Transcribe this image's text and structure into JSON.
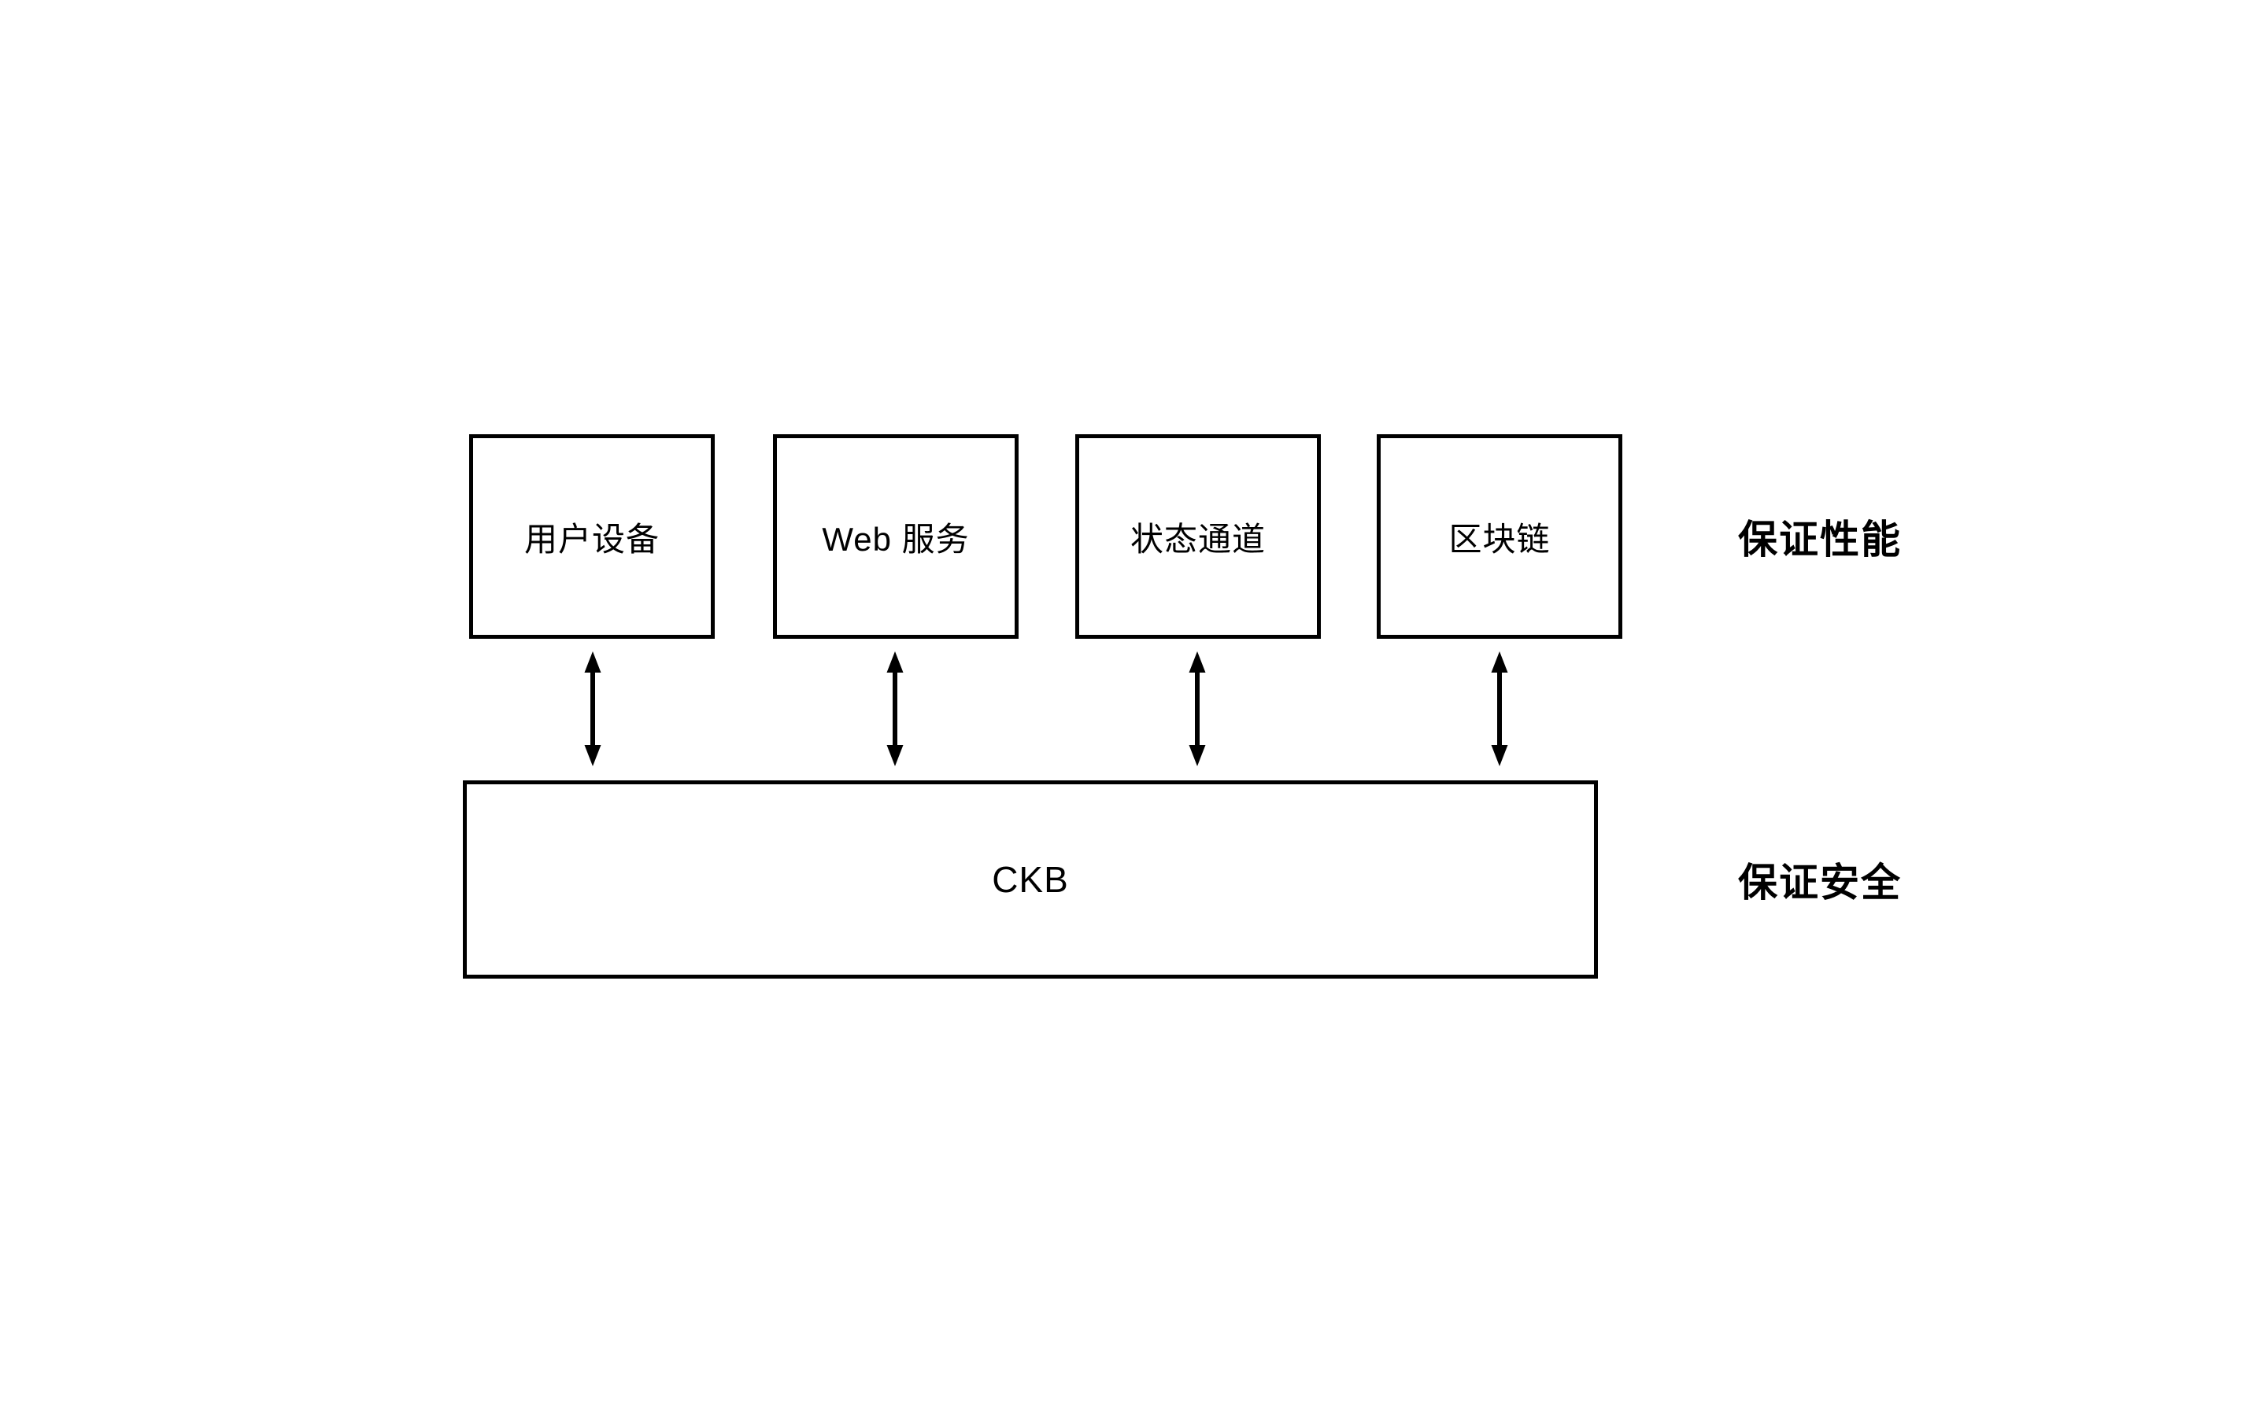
{
  "diagram": {
    "top_row": {
      "boxes": [
        {
          "label": "用户设备"
        },
        {
          "label": "Web 服务"
        },
        {
          "label": "状态通道"
        },
        {
          "label": "区块链"
        }
      ],
      "side_label": "保证性能"
    },
    "bottom_row": {
      "box_label": "CKB",
      "side_label": "保证安全"
    },
    "connector_icon": "double-headed-vertical-arrow",
    "colors": {
      "ink": "#000000",
      "background": "#ffffff"
    }
  }
}
